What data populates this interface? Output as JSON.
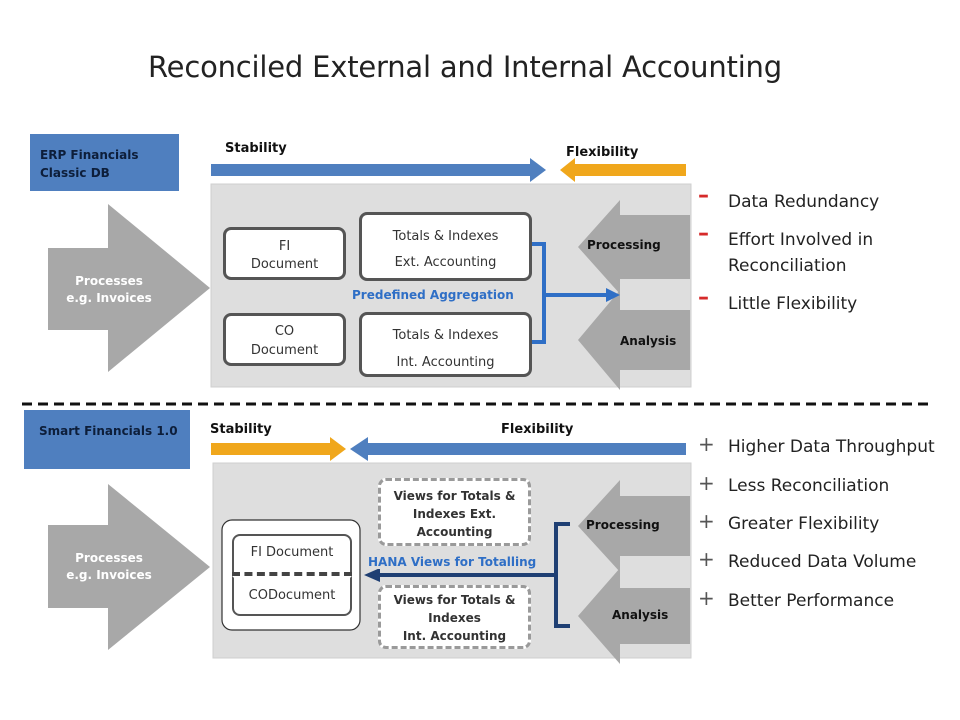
{
  "title": "Reconciled External and Internal Accounting",
  "colors": {
    "blue": "#4f7fbf",
    "orange": "#f0a71c",
    "gray": "#a8a8a8",
    "panel": "#dedede",
    "minus": "#d62a2a"
  },
  "top": {
    "label_line1": "ERP Financials",
    "label_line2": "Classic DB",
    "stability": "Stability",
    "flexibility": "Flexibility",
    "process_line1": "Processes",
    "process_line2": "e.g. Invoices",
    "fi_line1": "FI",
    "fi_line2": "Document",
    "co_line1": "CO",
    "co_line2": "Document",
    "totals_ext_line1": "Totals & Indexes",
    "totals_ext_line2": "Ext. Accounting",
    "totals_int_line1": "Totals & Indexes",
    "totals_int_line2": "Int. Accounting",
    "aggregation": "Predefined Aggregation",
    "processing": "Processing",
    "analysis": "Analysis",
    "list": [
      {
        "line1": "Data Redundancy",
        "line2": ""
      },
      {
        "line1": "Effort Involved in",
        "line2": "Reconciliation"
      },
      {
        "line1": "Little Flexibility",
        "line2": ""
      }
    ]
  },
  "bottom": {
    "label": "Smart Financials 1.0",
    "stability": "Stability",
    "flexibility": "Flexibility",
    "process_line1": "Processes",
    "process_line2": "e.g. Invoices",
    "fi": "FI Document",
    "co": "CODocument",
    "views_ext_line1": "Views for Totals &",
    "views_ext_line2": "Indexes Ext.",
    "views_ext_line3": "Accounting",
    "views_int_line1": "Views for Totals &",
    "views_int_line2": "Indexes",
    "views_int_line3": "Int. Accounting",
    "hana": "HANA Views for Totalling",
    "processing": "Processing",
    "analysis": "Analysis",
    "list": [
      "Higher Data Throughput",
      "Less Reconciliation",
      "Greater Flexibility",
      "Reduced Data Volume",
      "Better Performance"
    ]
  }
}
